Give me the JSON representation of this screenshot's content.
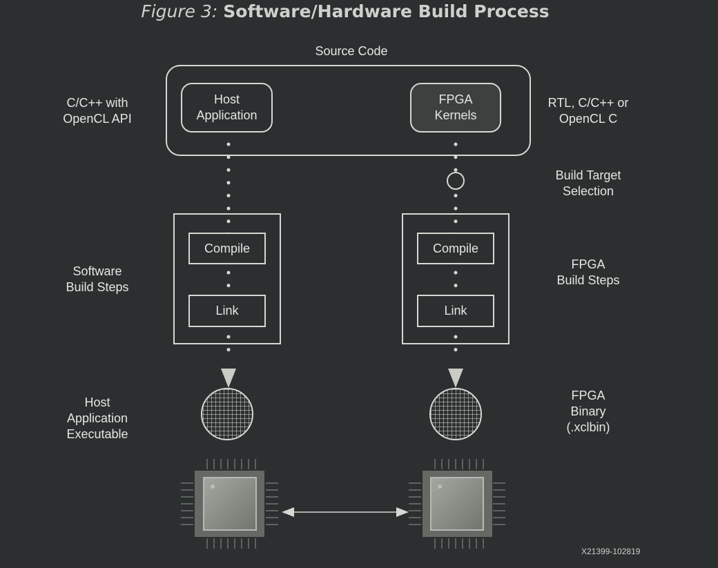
{
  "figure": {
    "number": "Figure 3:",
    "title": "Software/Hardware Build Process"
  },
  "source_code": {
    "label": "Source Code",
    "host_box": "Host\nApplication",
    "fpga_box": "FPGA\nKernels"
  },
  "left_labels": {
    "api": "C/C++ with\nOpenCL API",
    "sw_steps": "Software\nBuild Steps",
    "host_exe": "Host\nApplication\nExecutable"
  },
  "right_labels": {
    "lang": "RTL, C/C++ or\nOpenCL C",
    "target": "Build Target\nSelection",
    "fpga_steps": "FPGA\nBuild Steps",
    "binary": "FPGA\nBinary\n(.xclbin)"
  },
  "sw_build": {
    "compile": "Compile",
    "link": "Link"
  },
  "hw_build": {
    "compile": "Compile",
    "link": "Link"
  },
  "doc_id": "X21399-102819",
  "colors": {
    "background": "#2b2f30",
    "line": "#d8d8d2",
    "fpga_box_fill": "#3c403f",
    "chip": "#9ea39b"
  },
  "icons": [
    "dotted-flow-line",
    "build-target-circle",
    "down-arrow-icon",
    "wafer-icon",
    "chip-icon",
    "double-arrow-icon"
  ]
}
